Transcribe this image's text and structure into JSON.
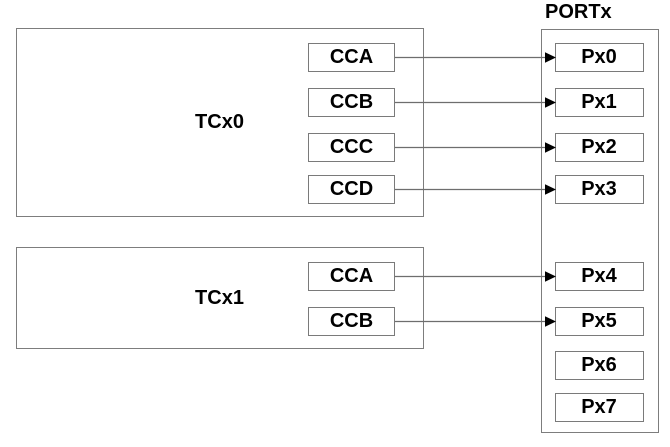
{
  "diagram": {
    "port": {
      "title": "PORTx",
      "pins": [
        {
          "label": "Px0"
        },
        {
          "label": "Px1"
        },
        {
          "label": "Px2"
        },
        {
          "label": "Px3"
        },
        {
          "label": "Px4"
        },
        {
          "label": "Px5"
        },
        {
          "label": "Px6"
        },
        {
          "label": "Px7"
        }
      ]
    },
    "timers": [
      {
        "label": "TCx0",
        "channels": [
          {
            "label": "CCA"
          },
          {
            "label": "CCB"
          },
          {
            "label": "CCC"
          },
          {
            "label": "CCD"
          }
        ]
      },
      {
        "label": "TCx1",
        "channels": [
          {
            "label": "CCA"
          },
          {
            "label": "CCB"
          }
        ]
      }
    ],
    "connections": [
      {
        "from": "TCx0.CCA",
        "to": "Px0"
      },
      {
        "from": "TCx0.CCB",
        "to": "Px1"
      },
      {
        "from": "TCx0.CCC",
        "to": "Px2"
      },
      {
        "from": "TCx0.CCD",
        "to": "Px3"
      },
      {
        "from": "TCx1.CCA",
        "to": "Px4"
      },
      {
        "from": "TCx1.CCB",
        "to": "Px5"
      }
    ]
  },
  "colors": {
    "background": "#ffffff",
    "box_border": "#7a7a7a",
    "connector_line": "#6e6e6e",
    "arrowhead": "#000000",
    "text": "#000000"
  }
}
